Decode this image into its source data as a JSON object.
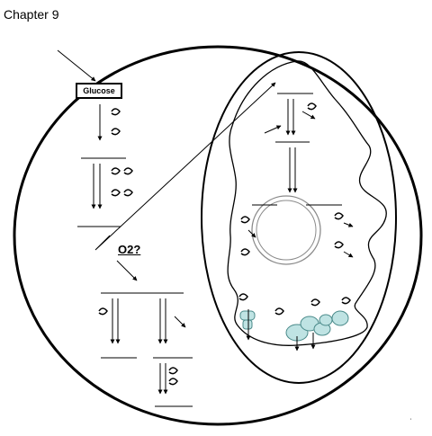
{
  "page_title": "Chapter 9",
  "labels": {
    "glucose": "Glucose",
    "oxygen_question": "O2?"
  },
  "icons": {
    "curved_arrow": "curved-reaction-arrow-icon",
    "straight_arrow": "down-arrow-icon",
    "membrane_protein": "membrane-protein-icon"
  },
  "colors": {
    "line": "#000000",
    "protein_fill": "#bfe3e3",
    "protein_stroke": "#4a8a8a"
  }
}
